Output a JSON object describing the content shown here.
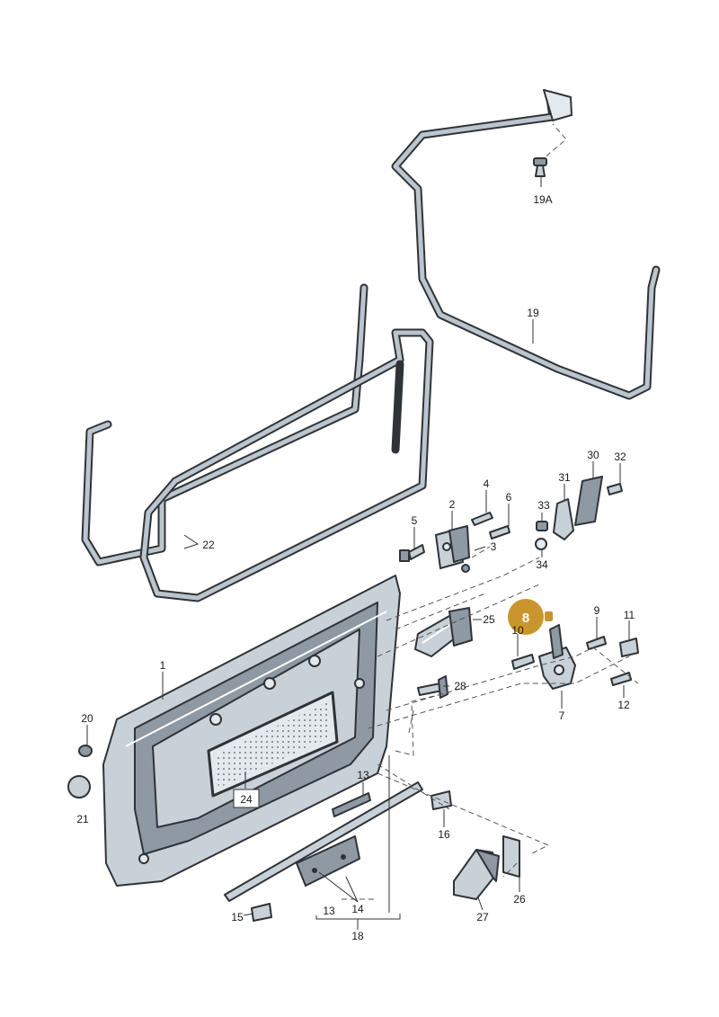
{
  "highlight": {
    "label": "8",
    "color": "#c9962d"
  },
  "labels": {
    "p1": "1",
    "p2": "2",
    "p3": "3",
    "p4": "4",
    "p5": "5",
    "p6": "6",
    "p7": "7",
    "p8": "8",
    "p9": "9",
    "p10": "10",
    "p11": "11",
    "p12": "12",
    "p13a": "13",
    "p13b": "13",
    "p14": "14",
    "p15": "15",
    "p16": "16",
    "p18": "18",
    "p19": "19",
    "p19a": "19A",
    "p20": "20",
    "p21": "21",
    "p22": "22",
    "p24": "24",
    "p25": "25",
    "p26": "26",
    "p27": "27",
    "p28": "28",
    "p30": "30",
    "p31": "31",
    "p32": "32",
    "p33": "33",
    "p34": "34"
  },
  "colors": {
    "part_fill": "#c9d1d8",
    "outline": "#2f3338",
    "highlight": "#c9962d"
  }
}
